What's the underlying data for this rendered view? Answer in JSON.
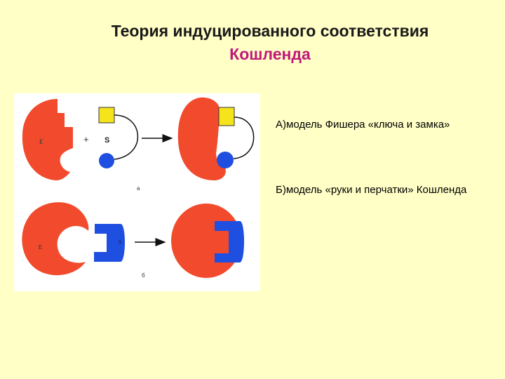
{
  "title": {
    "line1": "Теория индуцированного соответствия",
    "line2": "Кошленда"
  },
  "diagram": {
    "label_E_top": "E",
    "plus": "+",
    "label_S": "S",
    "label_a": "а",
    "label_E_bottom": "E",
    "label_S_bottom": "S",
    "label_b": "б"
  },
  "captions": {
    "a": "А)модель Фишера «ключа и замка»",
    "b": "Б)модель «руки и перчатки» Кошленда"
  },
  "colors": {
    "background": "#ffffc6",
    "enzyme": "#f24a2c",
    "substrate_square": "#f5e31c",
    "substrate_circle": "#1f4fe0",
    "title_accent": "#c0187a"
  }
}
